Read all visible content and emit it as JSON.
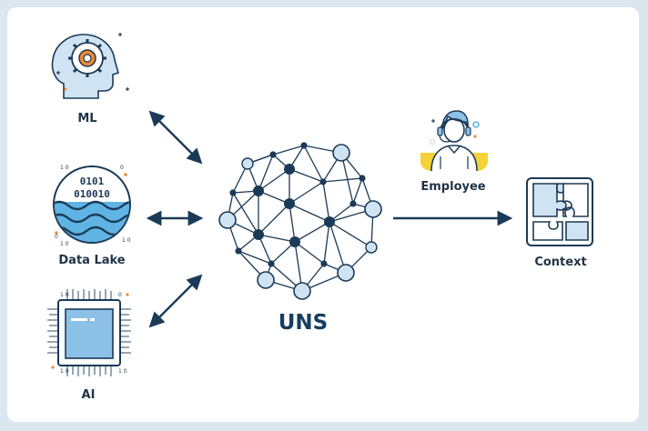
{
  "nodes": {
    "ml": {
      "label": "ML",
      "icon": "brain-gear-icon"
    },
    "data_lake": {
      "label": "Data Lake",
      "icon": "data-lake-icon",
      "binary_top": "0101",
      "binary_bottom": "010010"
    },
    "ai": {
      "label": "AI",
      "icon": "ai-chip-icon"
    },
    "uns": {
      "label": "UNS",
      "icon": "network-sphere-icon"
    },
    "employee": {
      "label": "Employee",
      "icon": "employee-headset-icon"
    },
    "context": {
      "label": "Context",
      "icon": "puzzle-icon"
    }
  },
  "colors": {
    "dark_navy": "#1b3a57",
    "light_blue": "#cfe3f3",
    "mid_blue": "#8cc0e6",
    "water_blue": "#5fb4e3",
    "orange": "#e98a32",
    "yellow": "#f3d33a",
    "frame_bg": "#dbe6ef"
  }
}
